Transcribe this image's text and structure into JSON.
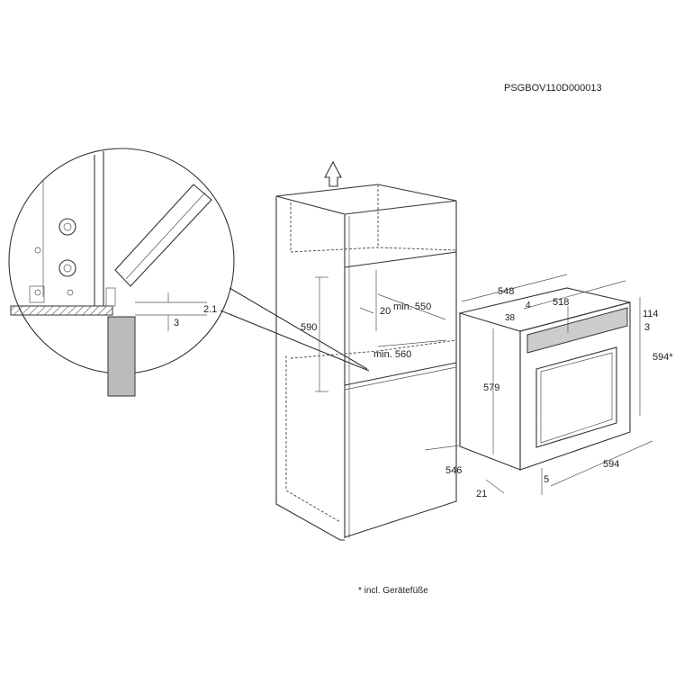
{
  "drawing_code": "PSGBOV110D000013",
  "footnote": "* incl. Gerätefüße",
  "detail": {
    "gap_top": "2.1",
    "gap_bottom": "3"
  },
  "cabinet": {
    "height": "590",
    "depth_offset": "20",
    "width_min": "min. 550",
    "depth_min": "min. 560",
    "depth": "546"
  },
  "oven": {
    "depth_total": "548",
    "depth_body": "518",
    "offset_4": "4",
    "offset_38": "38",
    "panel_height": "114",
    "panel_gap": "3",
    "total_height": "594*",
    "body_height": "579",
    "width": "594",
    "foot": "5",
    "door_depth": "21"
  }
}
